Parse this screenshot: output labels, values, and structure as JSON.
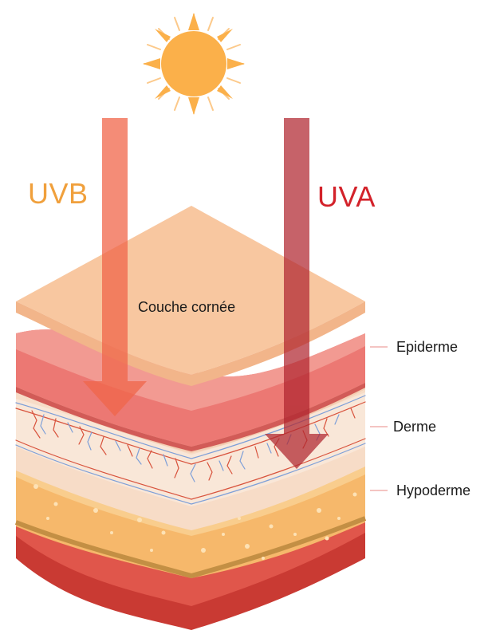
{
  "rays": {
    "uvb": {
      "label": "UVB",
      "color": "#f0a03c",
      "arrow_color": "#f0664a"
    },
    "uva": {
      "label": "UVA",
      "color": "#d3222a",
      "arrow_color": "#c0262f"
    }
  },
  "labels": {
    "stratum": "Couche cornée",
    "epidermis": "Epiderme",
    "dermis": "Derme",
    "hypodermis": "Hypoderme"
  },
  "colors": {
    "sun": "#fbb04a",
    "stratum_top": "#f9c9a1",
    "epidermis": "#ee7f78",
    "dermis": "#f7dbc6",
    "hypodermis": "#f7bd73",
    "deep_layer": "#d9453d",
    "leader": "#e98a86",
    "vessel_blue": "#7d9fd8",
    "vessel_red": "#d8523c"
  }
}
